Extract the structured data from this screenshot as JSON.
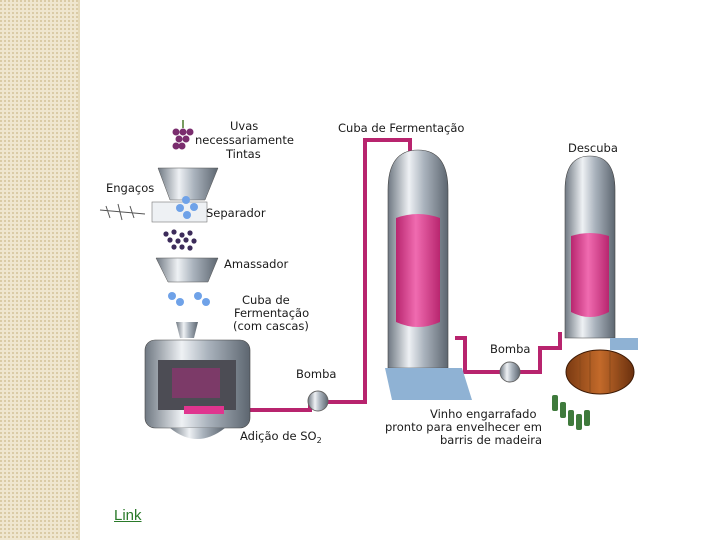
{
  "labels": {
    "uvas_1": "Uvas",
    "uvas_2": "necessariamente",
    "uvas_3": "Tintas",
    "engacos": "Engaços",
    "separador": "Separador",
    "amassador": "Amassador",
    "cuba_cascas_1": "Cuba de",
    "cuba_cascas_2": "Fermentação",
    "cuba_cascas_3": "(com cascas)",
    "cuba_fermentacao": "Cuba de Fermentação",
    "descuba": "Descuba",
    "bomba_1": "Bomba",
    "bomba_2": "Bomba",
    "adicao": "Adição de SO",
    "adicao_sub": "2",
    "vinho_1": "Vinho engarrafado",
    "vinho_2": "pronto para envelhecer em",
    "vinho_3": "barris de madeira"
  },
  "link": {
    "label": "Link"
  },
  "colors": {
    "wine": "#e0358f",
    "pipe": "#b8246e",
    "steel": "#a9b3be",
    "strip": "#efe6cf",
    "link": "#2a7a2a"
  }
}
